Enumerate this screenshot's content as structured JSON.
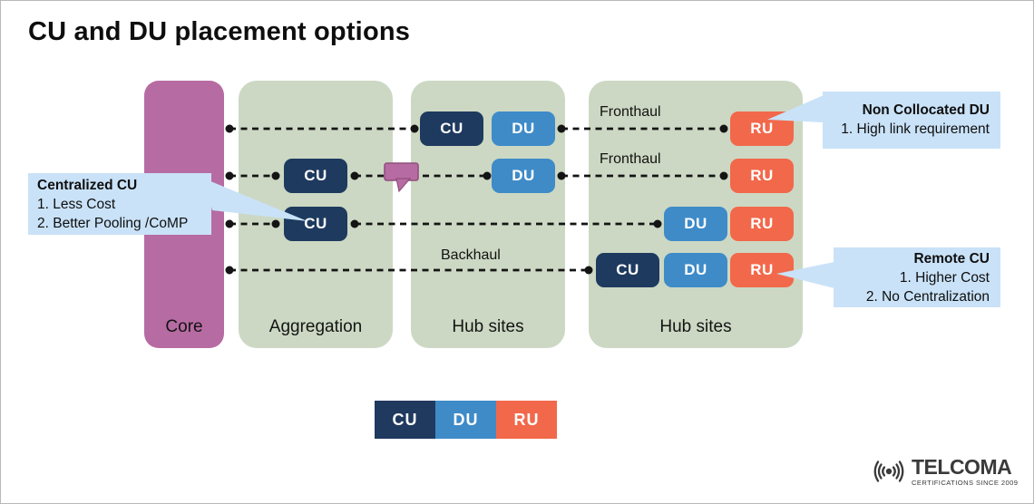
{
  "title": "CU and DU placement options",
  "lanes": [
    {
      "label": "Core"
    },
    {
      "label": "Aggregation"
    },
    {
      "label": "Hub sites"
    },
    {
      "label": "Hub sites"
    }
  ],
  "link_labels": [
    {
      "text": "Fronthaul"
    },
    {
      "text": "Fronthaul"
    },
    {
      "text": "Backhaul"
    }
  ],
  "units": [
    {
      "label": "CU"
    },
    {
      "label": "DU"
    },
    {
      "label": "RU"
    },
    {
      "label": "CU"
    },
    {
      "label": "DU"
    },
    {
      "label": "RU"
    },
    {
      "label": "CU"
    },
    {
      "label": "DU"
    },
    {
      "label": "RU"
    },
    {
      "label": "CU"
    },
    {
      "label": "DU"
    },
    {
      "label": "RU"
    }
  ],
  "callouts": {
    "centralized_cu": {
      "title": "Centralized CU",
      "line1": "1. Less Cost",
      "line2": "2. Better Pooling /CoMP"
    },
    "non_collocated_du": {
      "title": "Non Collocated DU",
      "line1": "1. High link requirement"
    },
    "remote_cu": {
      "title": "Remote CU",
      "line1": "1. Higher Cost",
      "line2": "2. No Centralization"
    }
  },
  "legend": [
    {
      "label": "CU"
    },
    {
      "label": "DU"
    },
    {
      "label": "RU"
    }
  ],
  "logo": {
    "name": "TELCOMA",
    "tagline": "CERTIFICATIONS SINCE 2009"
  },
  "colors": {
    "core_lane": "#b76ba3",
    "site_lane": "#ccd8c3",
    "cu": "#1e3a5f",
    "du": "#3e8bc8",
    "ru": "#f2684b",
    "callout_bg": "#c9e2f8",
    "line": "#141414",
    "speech_bubble": "#b76ba3"
  }
}
